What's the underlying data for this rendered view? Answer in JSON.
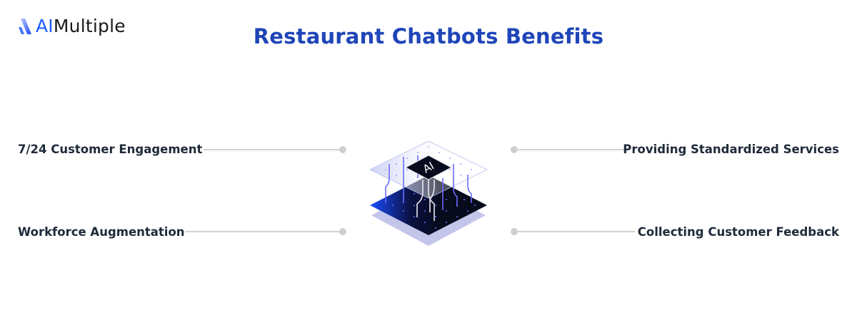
{
  "logo": {
    "prefix": "AI",
    "suffix": "Multiple",
    "accent_color": "#1a5cff"
  },
  "title": "Restaurant Chatbots Benefits",
  "title_color": "#1f45b8",
  "center_graphic": {
    "label": "AI",
    "icon": "ai-chip-icon"
  },
  "benefits": {
    "left": [
      {
        "label": "7/24 Customer Engagement"
      },
      {
        "label": "Workforce Augmentation"
      }
    ],
    "right": [
      {
        "label": "Providing Standardized Services"
      },
      {
        "label": "Collecting Customer Feedback"
      }
    ]
  },
  "colors": {
    "text": "#1f2a3a",
    "connector": "#d3d3d3",
    "chip_dark": "#070b1c",
    "chip_accent": "#1a4dff",
    "chip_shadow": "#c3c6ea"
  }
}
